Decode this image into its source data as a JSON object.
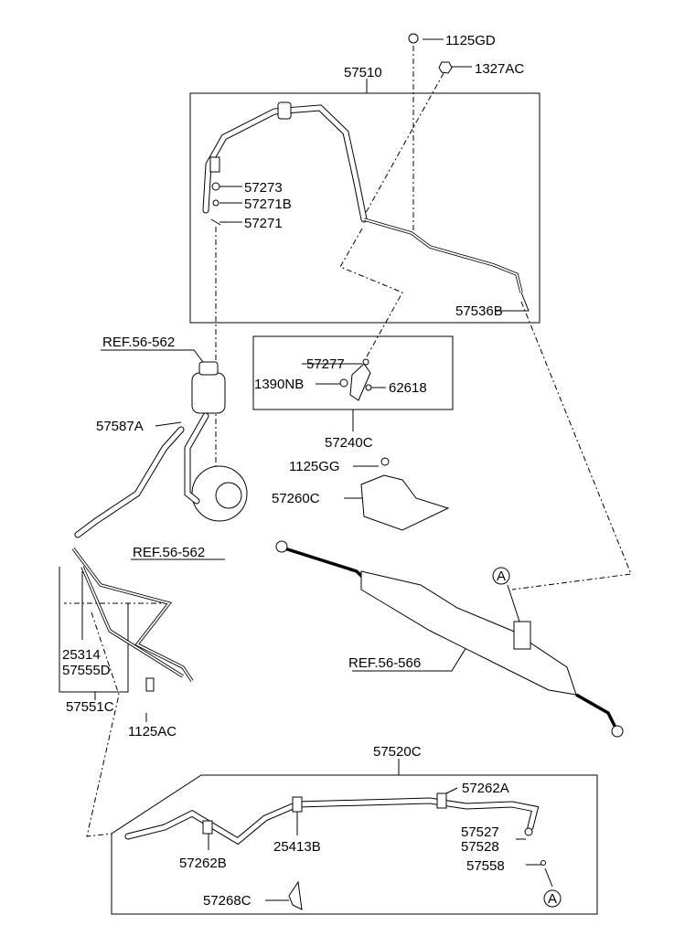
{
  "labels": {
    "p1125GD": "1125GD",
    "p1327AC": "1327AC",
    "p57510": "57510",
    "p57273": "57273",
    "p57271B": "57271B",
    "p57271": "57271",
    "p57536B": "57536B",
    "ref_top": "REF.56-562",
    "p57277": "57277",
    "p1390NB": "1390NB",
    "p62618": "62618",
    "p57240C": "57240C",
    "p57587A": "57587A",
    "p1125GG": "1125GG",
    "p57260C": "57260C",
    "ref_mid": "REF.56-562",
    "ref_rack": "REF.56-566",
    "p25314": "25314",
    "p57555D": "57555D",
    "p57551C": "57551C",
    "p1125AC": "1125AC",
    "p57520C": "57520C",
    "p57262A": "57262A",
    "p57527": "57527",
    "p57528": "57528",
    "p57558": "57558",
    "p57262B": "57262B",
    "p25413B": "25413B",
    "p57268C": "57268C",
    "marker_a1": "A",
    "marker_a2": "A"
  }
}
